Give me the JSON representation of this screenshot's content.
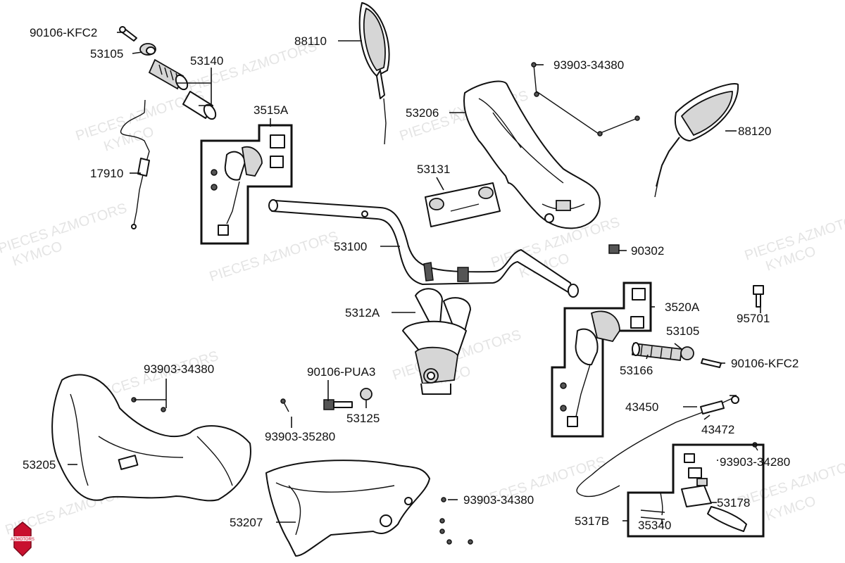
{
  "watermark": {
    "line1": "PIECES AZMOTORS",
    "line2": "KYMCO"
  },
  "logo": {
    "text": "AZMOTORS",
    "color": "#c8102e"
  },
  "labels": {
    "p90106_kfc2_top": "90106-KFC2",
    "p53105_top": "53105",
    "p53140": "53140",
    "p17910": "17910",
    "p3515a": "3515A",
    "p88110": "88110",
    "p53206": "53206",
    "p93903_34380_top": "93903-34380",
    "p88120": "88120",
    "p53131": "53131",
    "p53100": "53100",
    "p90302": "90302",
    "p3520a": "3520A",
    "p95701": "95701",
    "p53105_right": "53105",
    "p90106_kfc2_right": "90106-KFC2",
    "p53166": "53166",
    "p5312a": "5312A",
    "p93903_34380_left": "93903-34380",
    "p90106_pua3": "90106-PUA3",
    "p53125": "53125",
    "p93903_35280": "93903-35280",
    "p43450": "43450",
    "p43472": "43472",
    "p93903_34280": "93903-34280",
    "p53205": "53205",
    "p93903_34380_bottom": "93903-34380",
    "p53178": "53178",
    "p5317b": "5317B",
    "p35340": "35340",
    "p53207": "53207"
  }
}
